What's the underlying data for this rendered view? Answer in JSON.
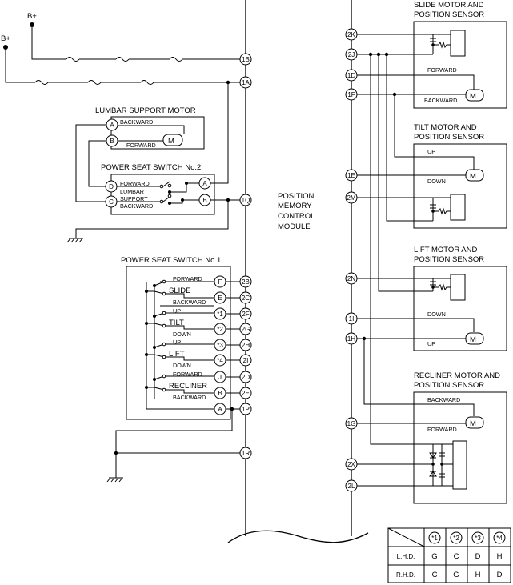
{
  "supply": {
    "label": "B+"
  },
  "module": {
    "line1": "POSITION",
    "line2": "MEMORY",
    "line3": "CONTROL",
    "line4": "MODULE"
  },
  "lumbar_motor": {
    "title": "LUMBAR SUPPORT MOTOR",
    "backward": "BACKWARD",
    "forward": "FORWARD",
    "pin_a": "A",
    "pin_b": "B",
    "motor": "M"
  },
  "switch2": {
    "title": "POWER SEAT SWITCH No.2",
    "forward": "FORWARD",
    "lumbar": "LUMBAR",
    "support": "SUPPORT",
    "backward": "BACKWARD",
    "pin_a": "A",
    "pin_b": "B",
    "pin_c": "C",
    "pin_d": "D"
  },
  "switch1": {
    "title": "POWER SEAT SWITCH No.1",
    "forward": "FORWARD",
    "slide": "SLIDE",
    "backward": "BACKWARD",
    "up": "UP",
    "tilt": "TILT",
    "down": "DOWN",
    "lift": "LIFT",
    "recliner": "RECLINER",
    "pins": [
      "F",
      "E",
      "*1",
      "*2",
      "*3",
      "*4",
      "J",
      "B",
      "A"
    ]
  },
  "module_pins": {
    "left": [
      "1B",
      "1A",
      "1Q",
      "2B",
      "2C",
      "2F",
      "2G",
      "2H",
      "2I",
      "2D",
      "2E",
      "1P",
      "1R"
    ],
    "right": [
      "2K",
      "2J",
      "1D",
      "1F",
      "1E",
      "2M",
      "2N",
      "1I",
      "1H",
      "1G",
      "2X",
      "2L"
    ]
  },
  "slide_motor": {
    "title1": "SLIDE MOTOR AND",
    "title2": "POSITION SENSOR",
    "forward": "FORWARD",
    "backward": "BACKWARD"
  },
  "tilt_motor": {
    "title1": "TILT MOTOR AND",
    "title2": "POSITION SENSOR",
    "up": "UP",
    "down": "DOWN"
  },
  "lift_motor": {
    "title1": "LIFT MOTOR AND",
    "title2": "POSITION SENSOR",
    "down": "DOWN",
    "up": "UP"
  },
  "recliner_motor": {
    "title1": "RECLINER MOTOR AND",
    "title2": "POSITION SENSOR",
    "backward": "BACKWARD",
    "forward": "FORWARD"
  },
  "motor_symbol": "M",
  "legend": {
    "headers": [
      "*1",
      "*2",
      "*3",
      "*4"
    ],
    "rows": [
      {
        "label": "L.H.D.",
        "values": [
          "G",
          "C",
          "D",
          "H"
        ]
      },
      {
        "label": "R.H.D.",
        "values": [
          "C",
          "G",
          "H",
          "D"
        ]
      }
    ]
  }
}
